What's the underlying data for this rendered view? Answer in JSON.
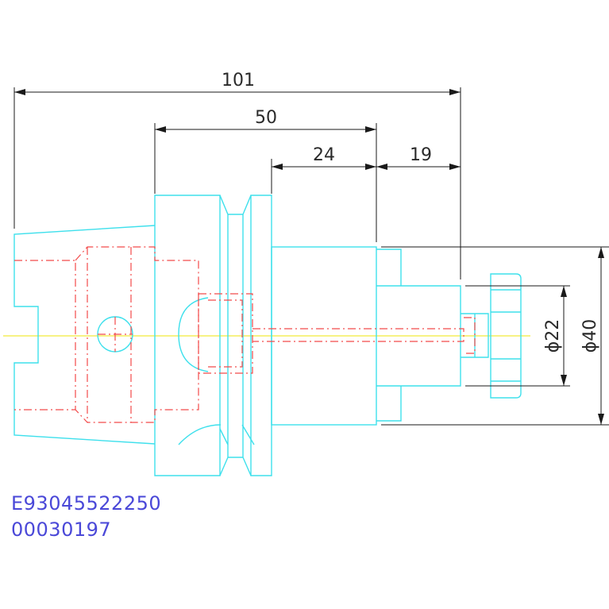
{
  "drawing": {
    "dimensions": {
      "overall_length": "101",
      "body_length": "50",
      "shank_length": "24",
      "nut_length": "19",
      "small_diameter": "ϕ22",
      "large_diameter": "ϕ40"
    },
    "codes": {
      "part_number": "E93045522250",
      "order_code": "00030197"
    },
    "colors": {
      "outline": "#3ee0ec",
      "hidden_lines": "#f24a4a",
      "centerline": "#f2ea3a",
      "dimensions": "#1a1a1a",
      "code_text": "#4a48d8"
    }
  }
}
